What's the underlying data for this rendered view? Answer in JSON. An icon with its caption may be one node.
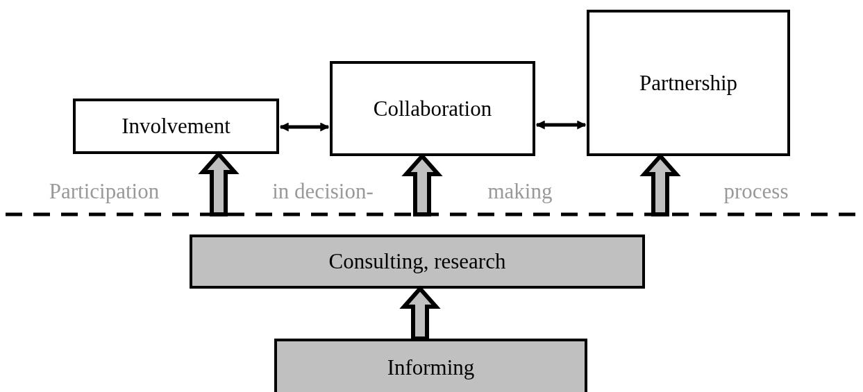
{
  "diagram": {
    "nodes": [
      {
        "text": [
          "Involvement"
        ]
      },
      {
        "text": [
          "Collaboration"
        ]
      },
      {
        "text": [
          "Partnership"
        ]
      },
      {
        "text": [
          "Consulting, research"
        ]
      },
      {
        "text": [
          "Informing"
        ]
      }
    ],
    "edges": [
      {
        "from": 0,
        "to": 1,
        "arrow": "both"
      },
      {
        "from": 1,
        "to": 2,
        "arrow": "both"
      },
      {
        "from": null,
        "to": 0,
        "arrow": "to",
        "style": "thick"
      },
      {
        "from": null,
        "to": 1,
        "arrow": "to",
        "style": "thick"
      },
      {
        "from": null,
        "to": 2,
        "arrow": "to",
        "style": "thick"
      },
      {
        "from": 4,
        "to": 3,
        "arrow": "to",
        "style": "thick"
      }
    ],
    "labels": [
      "Participation",
      "in decision-",
      "making",
      "process"
    ]
  }
}
